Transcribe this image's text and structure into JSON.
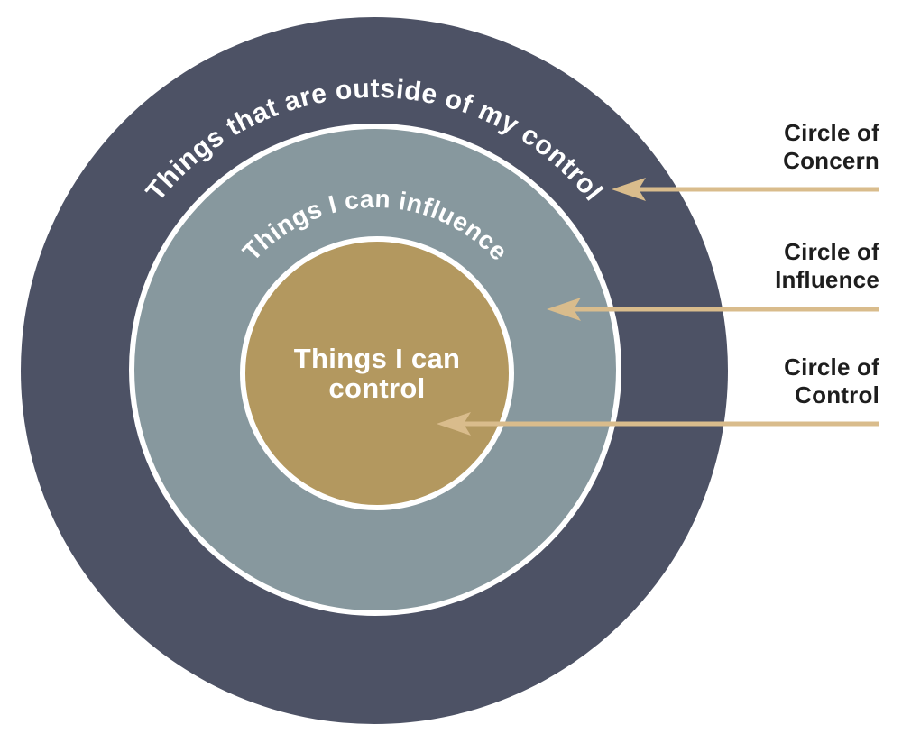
{
  "background_color": "#ffffff",
  "rings": {
    "border_color": "#ffffff",
    "outer": {
      "name": "Circle of Concern",
      "label": "Things that are outside of my control",
      "fill": "#4d5265",
      "text_color": "#ffffff"
    },
    "middle": {
      "name": "Circle of Influence",
      "label": "Things I can influence",
      "fill": "#87989e",
      "text_color": "#ffffff"
    },
    "inner": {
      "name": "Circle of Control",
      "line1": "Things I can",
      "line2": "control",
      "fill": "#b3985f",
      "text_color": "#ffffff"
    }
  },
  "annotations": {
    "arrow_color": "#d9bc8c",
    "text_color": "#1e1e1e",
    "items": [
      {
        "line1": "Circle of",
        "line2": "Concern"
      },
      {
        "line1": "Circle of",
        "line2": "Influence"
      },
      {
        "line1": "Circle of",
        "line2": "Control"
      }
    ]
  }
}
